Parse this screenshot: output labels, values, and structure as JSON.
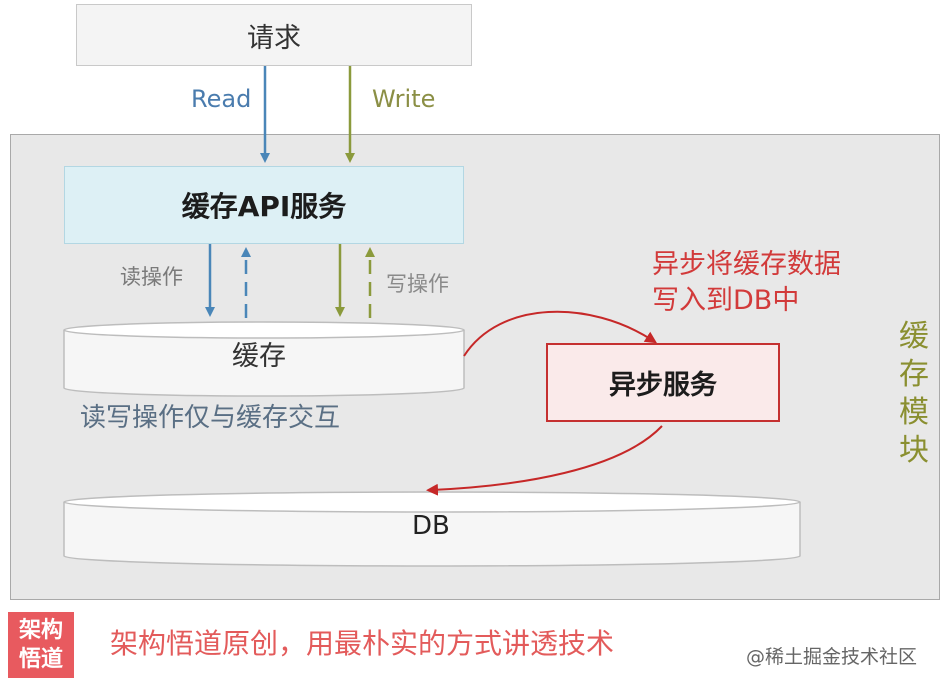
{
  "request_box": {
    "label": "请求"
  },
  "arrows": {
    "read_label": "Read",
    "write_label": "Write"
  },
  "api_box": {
    "label": "缓存API服务"
  },
  "cache_ops": {
    "read_op_label": "读操作",
    "write_op_label": "写操作"
  },
  "cache": {
    "label": "缓存",
    "note": "读写操作仅与缓存交互"
  },
  "async_service": {
    "label": "异步服务",
    "note": "异步将缓存数据写入到DB中"
  },
  "db": {
    "label": "DB"
  },
  "module": {
    "label_chars": [
      "缓",
      "存",
      "模",
      "块"
    ]
  },
  "footer": {
    "logo_lines": [
      "架构",
      "悟道"
    ],
    "slogan": "架构悟道原创，用最朴实的方式讲透技术",
    "watermark": "@稀土掘金技术社区"
  },
  "colors": {
    "read_arrow": "#4a86b8",
    "write_arrow": "#8b9a3c",
    "async_arrow": "#c62828",
    "module_background": "#e8e8e8",
    "api_box": "#ddf0f5",
    "async_box_border": "#c53030",
    "slogan": "#e35b5b"
  }
}
